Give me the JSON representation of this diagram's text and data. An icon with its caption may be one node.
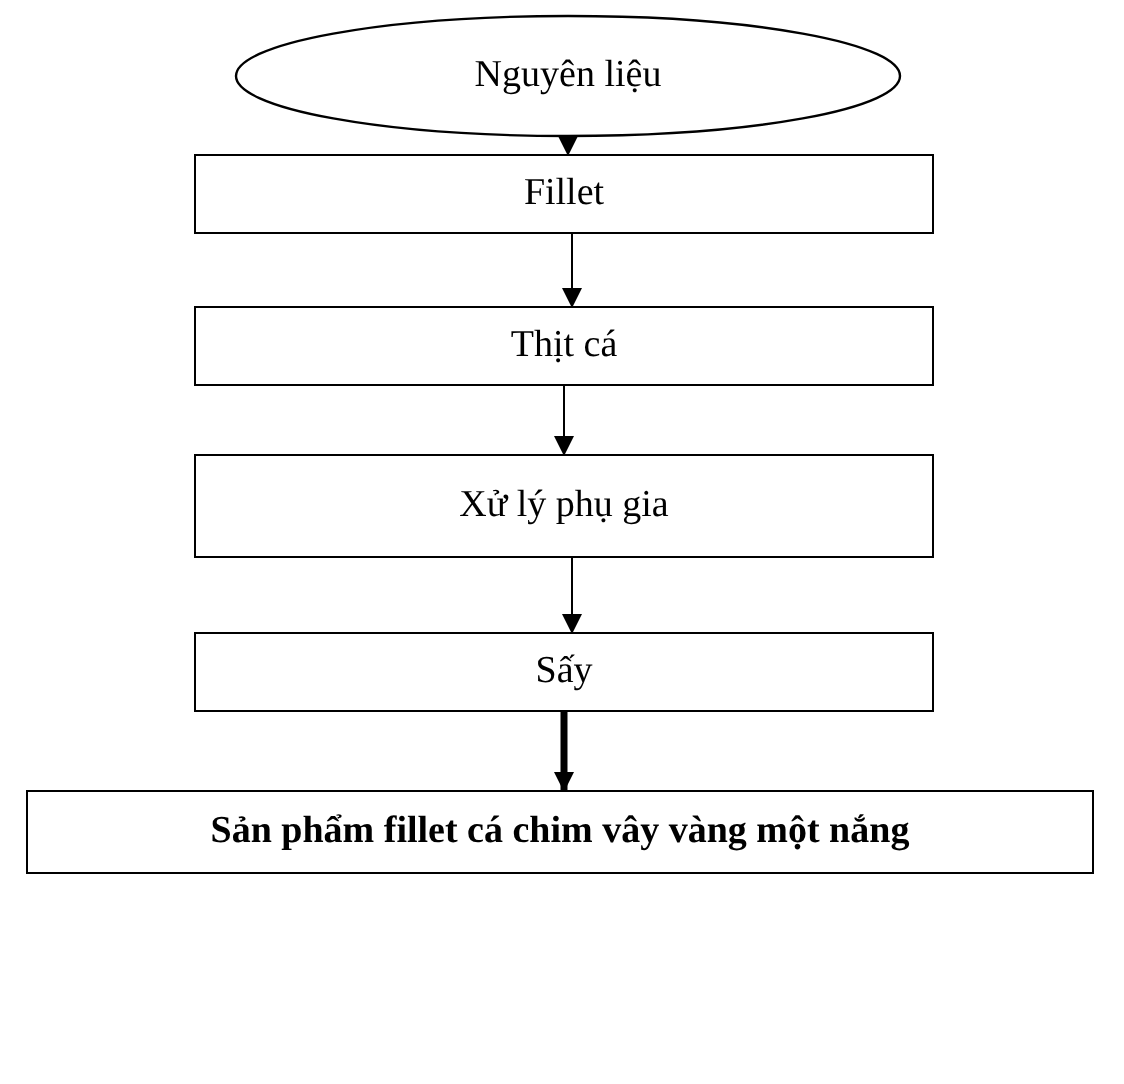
{
  "diagram": {
    "nodes": [
      {
        "text": [
          "Nguyên liệu"
        ]
      },
      {
        "text": [
          "Fillet"
        ]
      },
      {
        "text": [
          "Thịt cá"
        ]
      },
      {
        "text": [
          "Xử lý phụ gia"
        ]
      },
      {
        "text": [
          "Sấy"
        ]
      },
      {
        "text": [
          "Sản phẩm fillet cá chim vây vàng một nắng"
        ]
      }
    ],
    "edges": [
      {
        "from": 0,
        "to": 1,
        "arrow": "to"
      },
      {
        "from": 1,
        "to": 2,
        "arrow": "to"
      },
      {
        "from": 2,
        "to": 3,
        "arrow": "to"
      },
      {
        "from": 3,
        "to": 4,
        "arrow": "to"
      },
      {
        "from": 4,
        "to": 5,
        "arrow": "to",
        "style": "thick"
      }
    ]
  }
}
